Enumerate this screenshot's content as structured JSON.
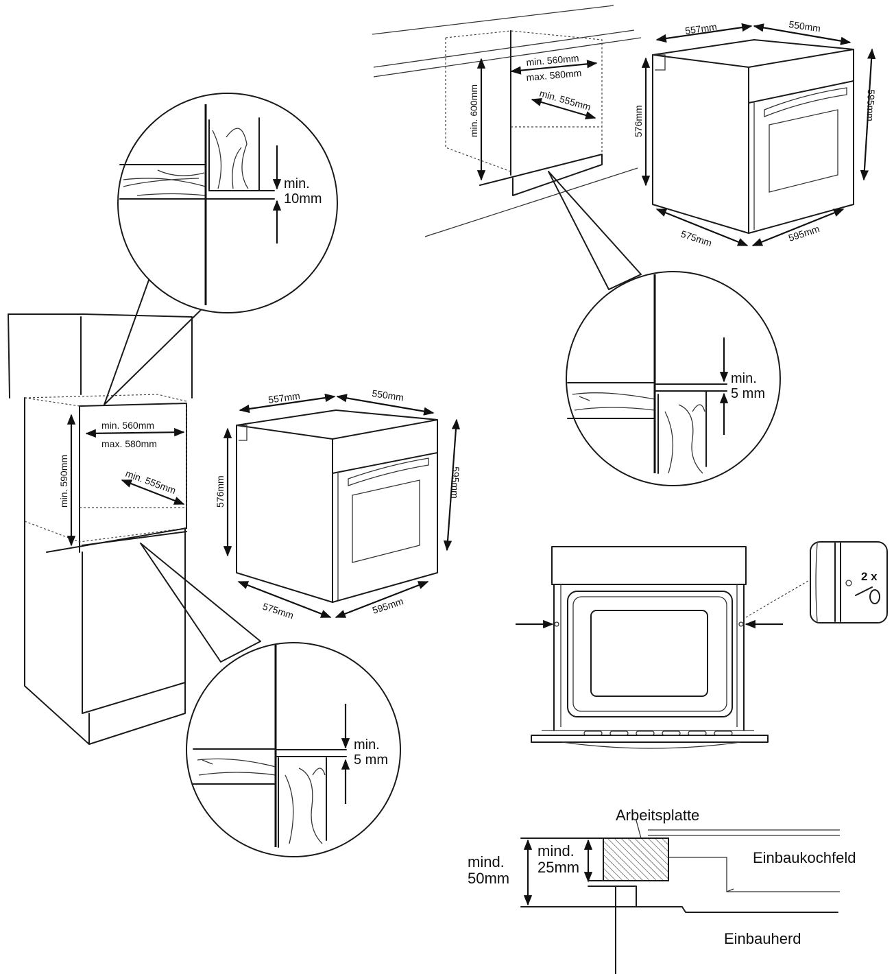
{
  "tall_cabinet": {
    "height": "min. 590mm",
    "width_min": "min. 560mm",
    "width_max": "max. 580mm",
    "depth": "min. 555mm"
  },
  "under_counter_cabinet": {
    "height": "min. 600mm",
    "width_min": "min. 560mm",
    "width_max": "max. 580mm",
    "depth": "min. 555mm"
  },
  "oven_upper": {
    "depth_top": "557mm",
    "width_top": "550mm",
    "height_left": "576mm",
    "height_right": "595mm",
    "depth_bottom": "575mm",
    "width_bottom": "595mm"
  },
  "oven_middle": {
    "depth_top": "557mm",
    "width_top": "550mm",
    "height_left": "576mm",
    "height_right": "595mm",
    "depth_bottom": "575mm",
    "width_bottom": "595mm"
  },
  "zoom_top": {
    "line1": "min.",
    "line2": "10mm"
  },
  "zoom_right": {
    "line1": "min.",
    "line2": "5 mm"
  },
  "zoom_bottom": {
    "line1": "min.",
    "line2": "5 mm"
  },
  "screws": {
    "count": "2 x"
  },
  "section": {
    "worktop": "Arbeitsplatte",
    "outer_line1": "mind.",
    "outer_line2": "50mm",
    "inner_line1": "mind.",
    "inner_line2": "25mm",
    "hob": "Einbaukochfeld",
    "oven": "Einbauherd"
  }
}
